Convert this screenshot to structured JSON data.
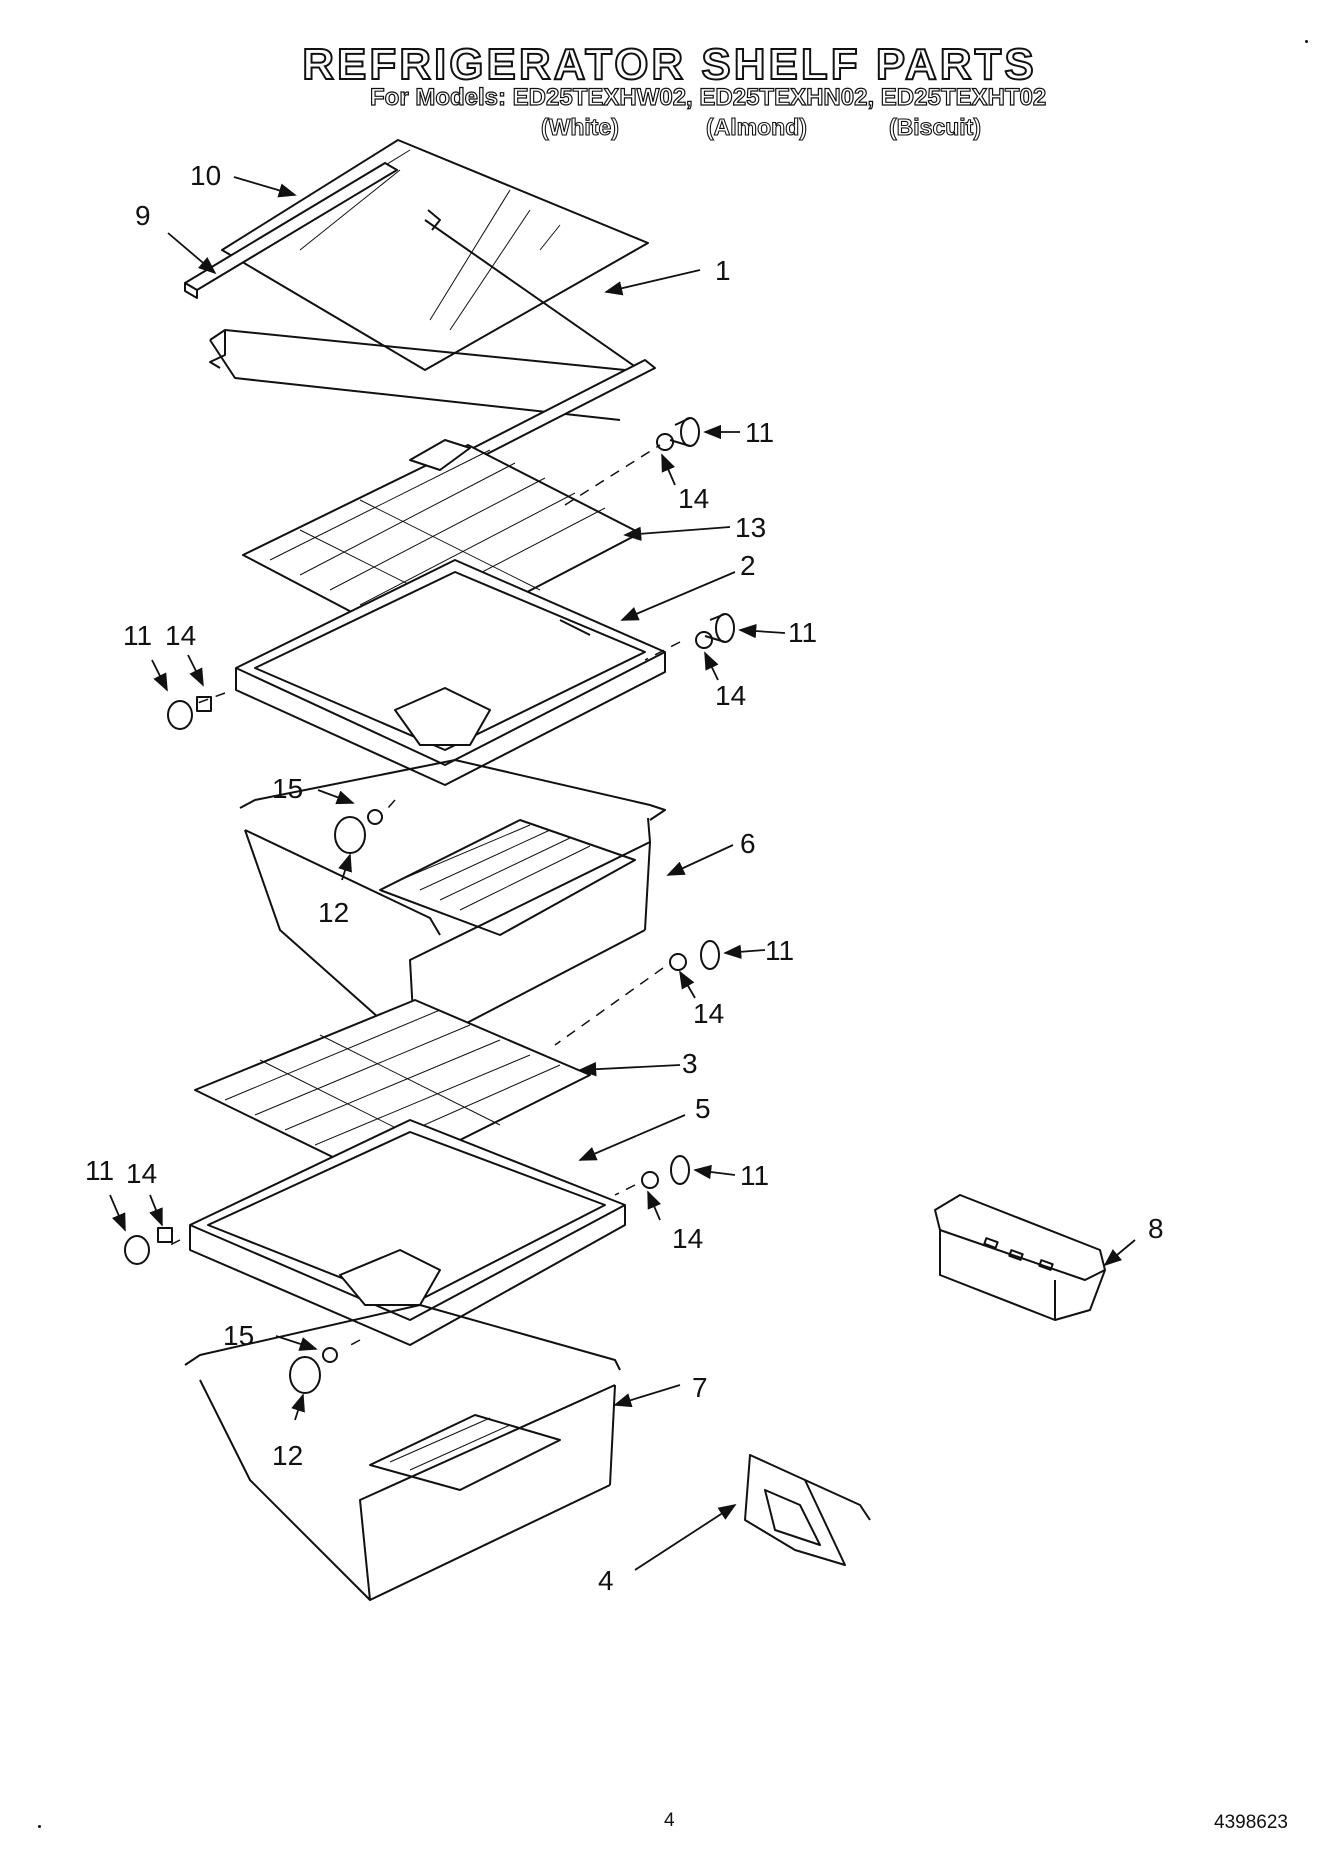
{
  "header": {
    "title": "REFRIGERATOR SHELF PARTS",
    "models_line": "For Models: ED25TEXHW02, ED25TEXHN02, ED25TEXHT02",
    "variants": [
      "(White)",
      "(Almond)",
      "(Biscuit)"
    ]
  },
  "callouts": [
    "1",
    "2",
    "3",
    "4",
    "5",
    "6",
    "7",
    "8",
    "9",
    "10",
    "11",
    "12",
    "13",
    "14",
    "15"
  ],
  "footer": {
    "page_number": "4",
    "doc_number": "4398623"
  }
}
